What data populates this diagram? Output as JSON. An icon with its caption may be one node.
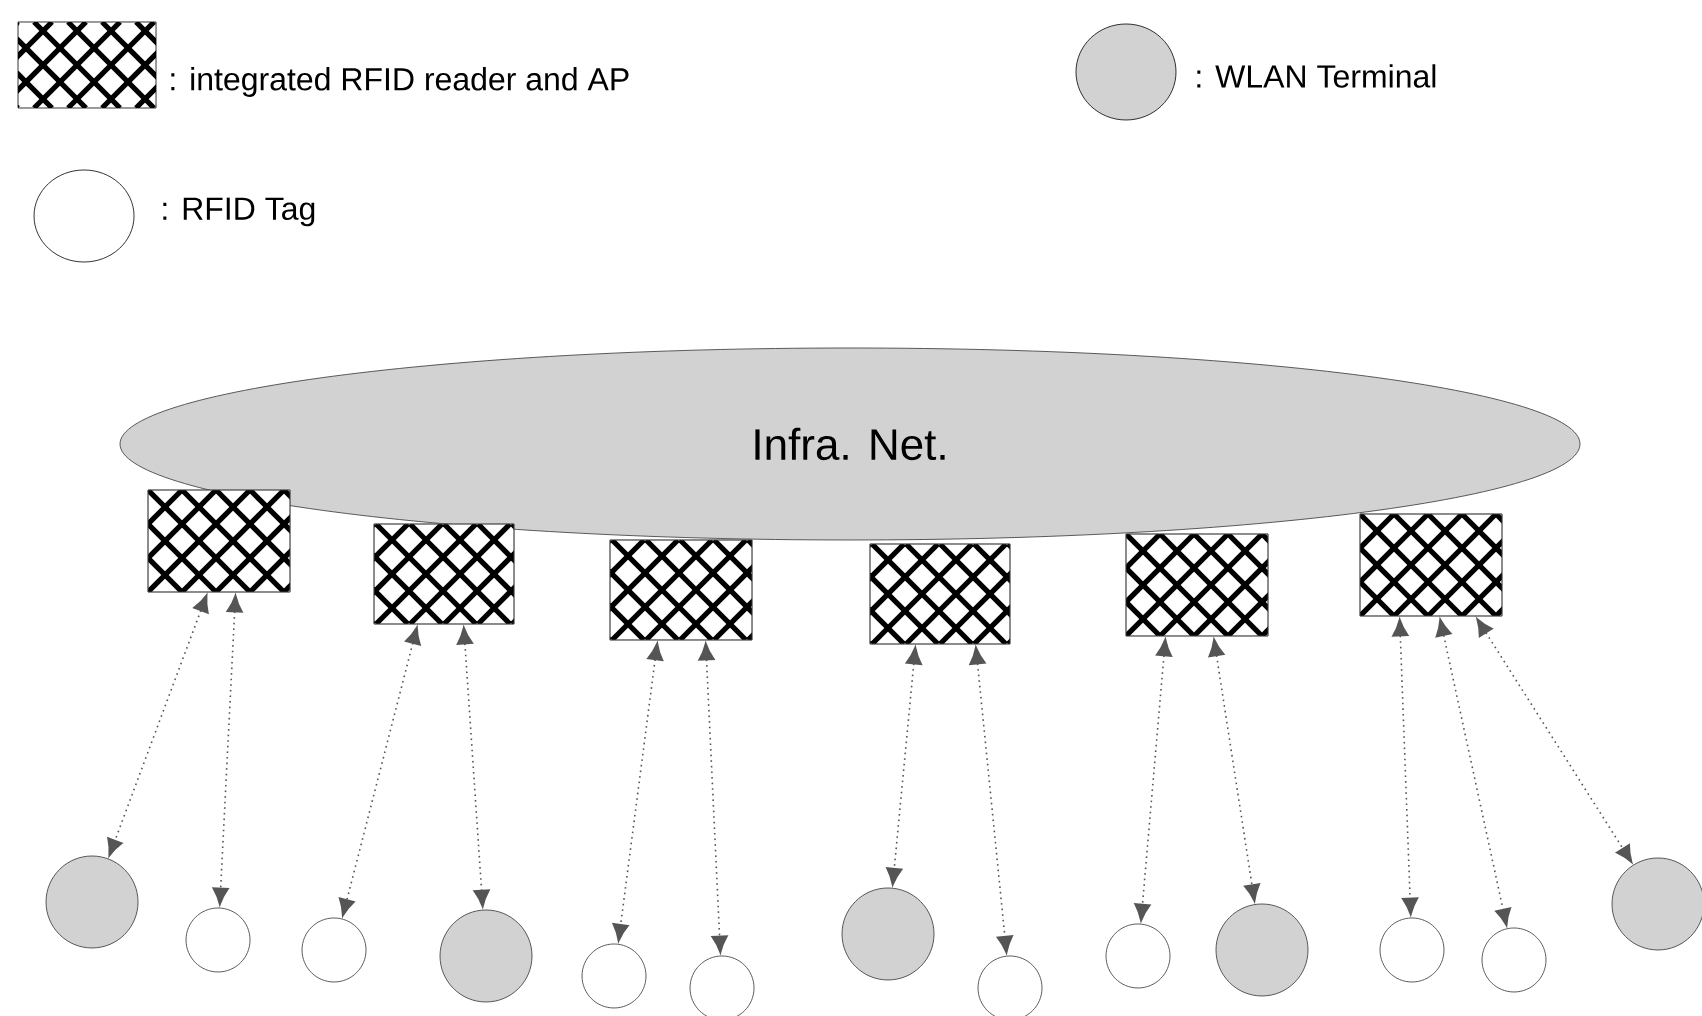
{
  "diagram": {
    "nodes": [
      {
        "text": [
          "Infra. Net."
        ]
      },
      {
        "text": [],
        "shape": "box"
      },
      {
        "text": [],
        "shape": "box"
      },
      {
        "text": [],
        "shape": "box"
      },
      {
        "text": [],
        "shape": "box"
      },
      {
        "text": [],
        "shape": "box"
      },
      {
        "text": [],
        "shape": "box"
      },
      {
        "text": [],
        "shape": "circle"
      },
      {
        "text": [],
        "shape": "circle"
      },
      {
        "text": [],
        "shape": "circle"
      },
      {
        "text": [],
        "shape": "circle"
      },
      {
        "text": [],
        "shape": "circle"
      },
      {
        "text": [],
        "shape": "circle"
      },
      {
        "text": [],
        "shape": "circle"
      },
      {
        "text": [],
        "shape": "circle"
      },
      {
        "text": [],
        "shape": "circle"
      },
      {
        "text": [],
        "shape": "circle"
      },
      {
        "text": [],
        "shape": "circle"
      },
      {
        "text": [],
        "shape": "circle"
      },
      {
        "text": [],
        "shape": "circle"
      }
    ],
    "edges": [
      {
        "from": 1,
        "to": 7,
        "arrow": "both"
      },
      {
        "from": 1,
        "to": 8,
        "arrow": "both"
      },
      {
        "from": 2,
        "to": 9,
        "arrow": "both"
      },
      {
        "from": 2,
        "to": 10,
        "arrow": "both"
      },
      {
        "from": 3,
        "to": 11,
        "arrow": "both"
      },
      {
        "from": 3,
        "to": 12,
        "arrow": "both"
      },
      {
        "from": 4,
        "to": 13,
        "arrow": "both"
      },
      {
        "from": 4,
        "to": 14,
        "arrow": "both"
      },
      {
        "from": 5,
        "to": 15,
        "arrow": "both"
      },
      {
        "from": 5,
        "to": 16,
        "arrow": "both"
      },
      {
        "from": 6,
        "to": 17,
        "arrow": "both"
      },
      {
        "from": 6,
        "to": 18,
        "arrow": "both"
      },
      {
        "from": 6,
        "to": 19,
        "arrow": "both"
      }
    ],
    "legend": [
      {
        "text": ": integrated RFID reader and AP"
      },
      {
        "text": ": WLAN Terminal"
      },
      {
        "text": ": RFID Tag"
      }
    ]
  }
}
